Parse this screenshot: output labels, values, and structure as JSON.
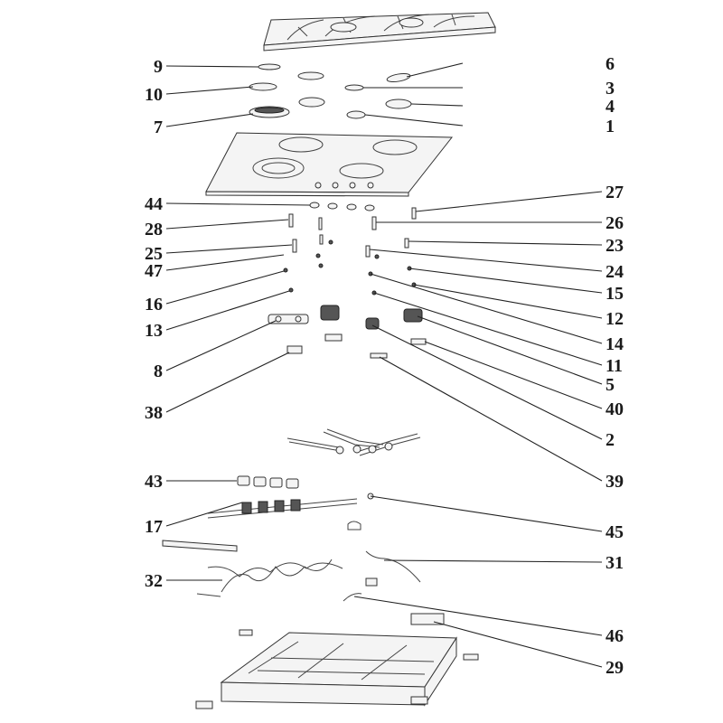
{
  "callouts": [
    {
      "label": "9",
      "side": "left",
      "row": 73
    },
    {
      "label": "10",
      "side": "left",
      "row": 104
    },
    {
      "label": "7",
      "side": "left",
      "row": 140
    },
    {
      "label": "44",
      "side": "left",
      "row": 225
    },
    {
      "label": "28",
      "side": "left",
      "row": 253
    },
    {
      "label": "25",
      "side": "left",
      "row": 280
    },
    {
      "label": "47",
      "side": "left",
      "row": 299
    },
    {
      "label": "16",
      "side": "left",
      "row": 336
    },
    {
      "label": "13",
      "side": "left",
      "row": 365
    },
    {
      "label": "8",
      "side": "left",
      "row": 410
    },
    {
      "label": "38",
      "side": "left",
      "row": 456
    },
    {
      "label": "43",
      "side": "left",
      "row": 532
    },
    {
      "label": "17",
      "side": "left",
      "row": 582
    },
    {
      "label": "32",
      "side": "left",
      "row": 642
    },
    {
      "label": "6",
      "side": "right",
      "row": 70
    },
    {
      "label": "3",
      "side": "right",
      "row": 97
    },
    {
      "label": "4",
      "side": "right",
      "row": 117
    },
    {
      "label": "1",
      "side": "right",
      "row": 139
    },
    {
      "label": "27",
      "side": "right",
      "row": 212
    },
    {
      "label": "26",
      "side": "right",
      "row": 246
    },
    {
      "label": "23",
      "side": "right",
      "row": 271
    },
    {
      "label": "24",
      "side": "right",
      "row": 300
    },
    {
      "label": "15",
      "side": "right",
      "row": 324
    },
    {
      "label": "12",
      "side": "right",
      "row": 352
    },
    {
      "label": "14",
      "side": "right",
      "row": 380
    },
    {
      "label": "11",
      "side": "right",
      "row": 404
    },
    {
      "label": "5",
      "side": "right",
      "row": 425
    },
    {
      "label": "40",
      "side": "right",
      "row": 452
    },
    {
      "label": "2",
      "side": "right",
      "row": 486
    },
    {
      "label": "39",
      "side": "right",
      "row": 532
    },
    {
      "label": "45",
      "side": "right",
      "row": 588
    },
    {
      "label": "31",
      "side": "right",
      "row": 622
    },
    {
      "label": "46",
      "side": "right",
      "row": 703
    },
    {
      "label": "29",
      "side": "right",
      "row": 738
    }
  ]
}
